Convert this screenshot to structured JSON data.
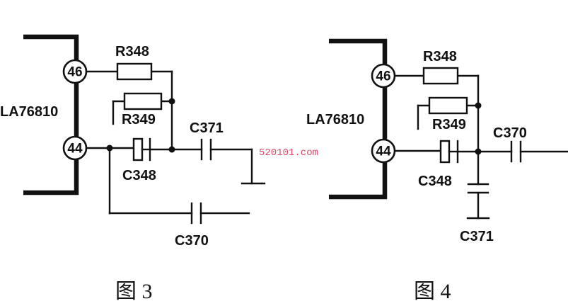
{
  "fig3": {
    "chip": "LA76810",
    "pin_top": "46",
    "pin_bottom": "44",
    "r_top": "R348",
    "r_mid": "R349",
    "c_series": "C348",
    "c_out": "C371",
    "c_bottom": "C370",
    "caption": "图 3"
  },
  "fig4": {
    "chip": "LA76810",
    "pin_top": "46",
    "pin_bottom": "44",
    "r_top": "R348",
    "r_mid": "R349",
    "c_series": "C348",
    "c_out": "C370",
    "c_shunt": "C371",
    "caption": "图 4"
  },
  "watermark": "520101.com"
}
